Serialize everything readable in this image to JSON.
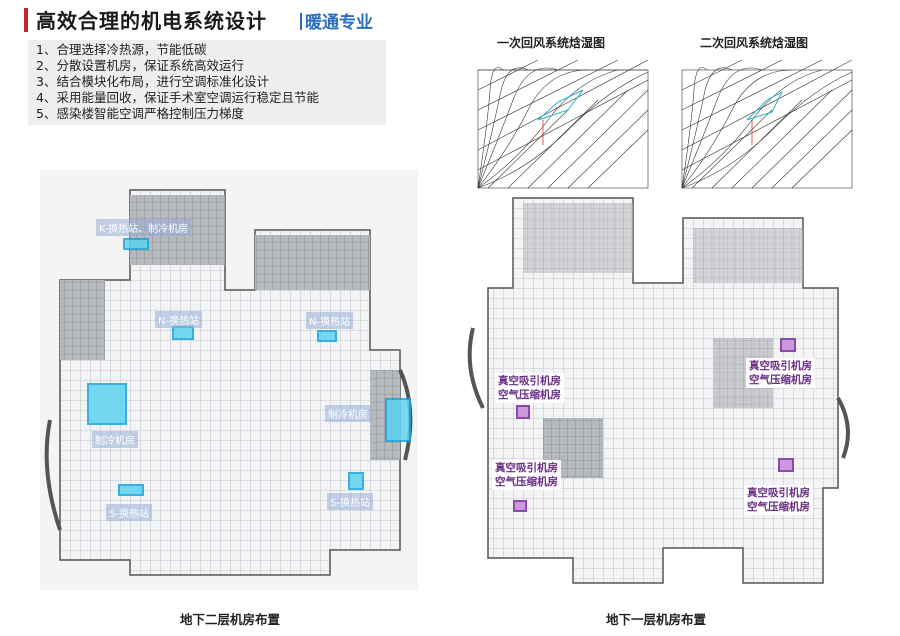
{
  "header": {
    "title": "高效合理的机电系统设计",
    "subtitle": "暖通专业"
  },
  "bullets": [
    "1、合理选择冷热源，节能低碳",
    "2、分散设置机房，保证系统高效运行",
    "3、结合模块化布局，进行空调标准化设计",
    "4、采用能量回收，保证手术室空调运行稳定且节能",
    "5、感染楼智能空调严格控制压力梯度"
  ],
  "charts": {
    "first": {
      "title": "一次回风系统焓湿图"
    },
    "second": {
      "title": "二次回风系统焓湿图"
    }
  },
  "left_plan": {
    "caption": "地下二层机房布置",
    "labels": {
      "k_station": "K-换热站、制冷机房",
      "n_station_1": "N-换热站",
      "n_station_2": "N-换热站",
      "chiller_1": "制冷机房",
      "chiller_2": "制冷机房",
      "s_station_1": "S-换热站",
      "s_station_2": "S-换热站"
    }
  },
  "right_plan": {
    "caption": "地下一层机房布置",
    "labels": {
      "room_1": [
        "真空吸引机房",
        "空气压缩机房"
      ],
      "room_2": [
        "真空吸引机房",
        "空气压缩机房"
      ],
      "room_3": [
        "真空吸引机房",
        "空气压缩机房"
      ],
      "room_4": [
        "真空吸引机房",
        "空气压缩机房"
      ]
    }
  },
  "colors": {
    "accent_red": "#c0262c",
    "accent_blue": "#2e6fbd",
    "room_blue": "#5fd3f0",
    "room_purple": "#cc99dd",
    "label_purple": "#6a2f86"
  }
}
